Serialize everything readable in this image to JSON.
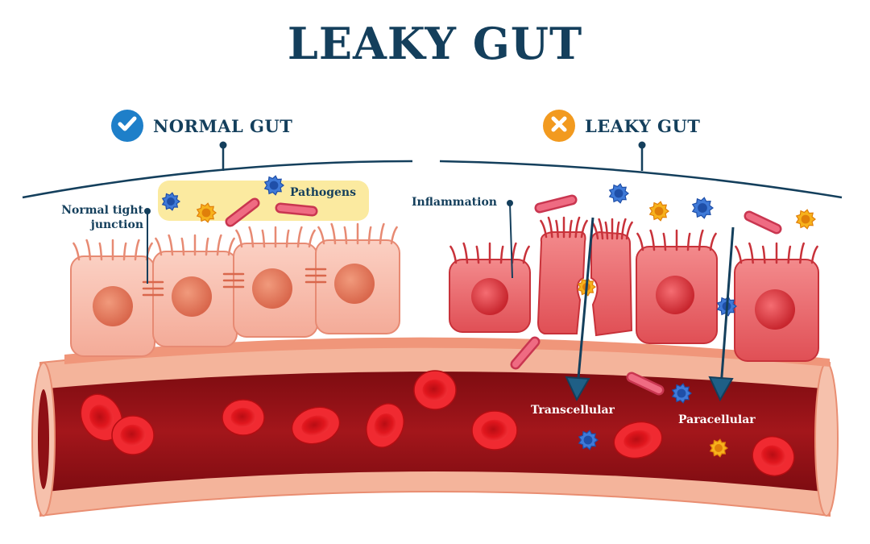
{
  "title": "LEAKY GUT",
  "normal": {
    "heading": "NORMAL GUT",
    "badge_icon": "check-icon",
    "badge_color": "#1e7fc9",
    "tight_junction_label_line1": "Normal tight",
    "tight_junction_label_line2": "junction",
    "pathogens_label": "Pathogens"
  },
  "leaky": {
    "heading": "LEAKY GUT",
    "badge_icon": "x-icon",
    "badge_color": "#f29a1f",
    "inflammation_label": "Inflammation",
    "transcellular_label": "Transcellular",
    "paracellular_label": "Paracellular"
  },
  "colors": {
    "title": "#143f5c",
    "normal_cell": "#f6b7a6",
    "inflamed_cell": "#e8545a",
    "vessel_wall": "#f2a488",
    "blood": "#9e1217",
    "red_blood_cell": "#e3151c",
    "pathogen_blue": "#2f67c9",
    "pathogen_orange": "#f3a10f",
    "bacteria_pink": "#e6506b"
  }
}
